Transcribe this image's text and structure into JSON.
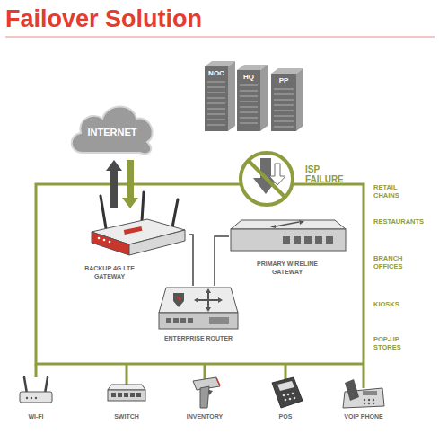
{
  "diagram": {
    "title": "Failover Solution",
    "nodes": [
      {
        "text": [
          "NOC"
        ]
      },
      {
        "text": [
          "HQ"
        ]
      },
      {
        "text": [
          "PP"
        ]
      },
      {
        "text": [
          "INTERNET"
        ]
      },
      {
        "text": [
          "BACKUP 4G LTE GATEWAY"
        ]
      },
      {
        "text": [
          "PRIMARY WIRELINE GATEWAY"
        ]
      },
      {
        "text": [
          "ENTERPRISE ROUTER"
        ]
      },
      {
        "text": [
          "WI-FI"
        ]
      },
      {
        "text": [
          "SWITCH"
        ]
      },
      {
        "text": [
          "INVENTORY"
        ]
      },
      {
        "text": [
          "POS"
        ]
      },
      {
        "text": [
          "VOIP PHONE"
        ]
      }
    ],
    "edges": [
      {
        "from": 3,
        "to": 4,
        "arrow": "both"
      },
      {
        "from": 4,
        "to": 6,
        "arrow": "none"
      },
      {
        "from": 5,
        "to": 6,
        "arrow": "none"
      }
    ],
    "labels": [
      "ISP FAILURE",
      "RETAIL CHAINS",
      "RESTAURANTS",
      "BRANCH OFFICES",
      "KIOSKS",
      "POP-UP STORES"
    ]
  }
}
